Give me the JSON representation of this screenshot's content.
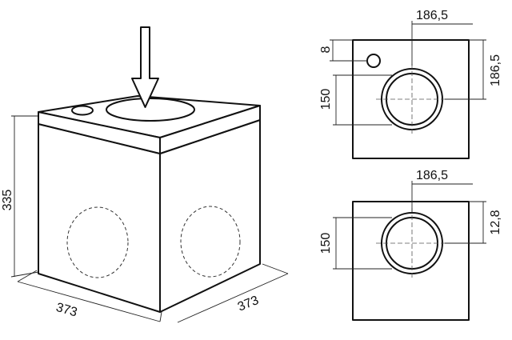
{
  "cube": {
    "dims": {
      "height": "335",
      "width_left": "373",
      "width_right": "373"
    }
  },
  "top_view_1": {
    "dims": {
      "top_x": "186,5",
      "right_y": "186,5",
      "hole_offset": "8",
      "left_y": "150"
    }
  },
  "top_view_2": {
    "dims": {
      "top_x": "186,5",
      "right_y": "12,8",
      "left_y": "150"
    }
  }
}
